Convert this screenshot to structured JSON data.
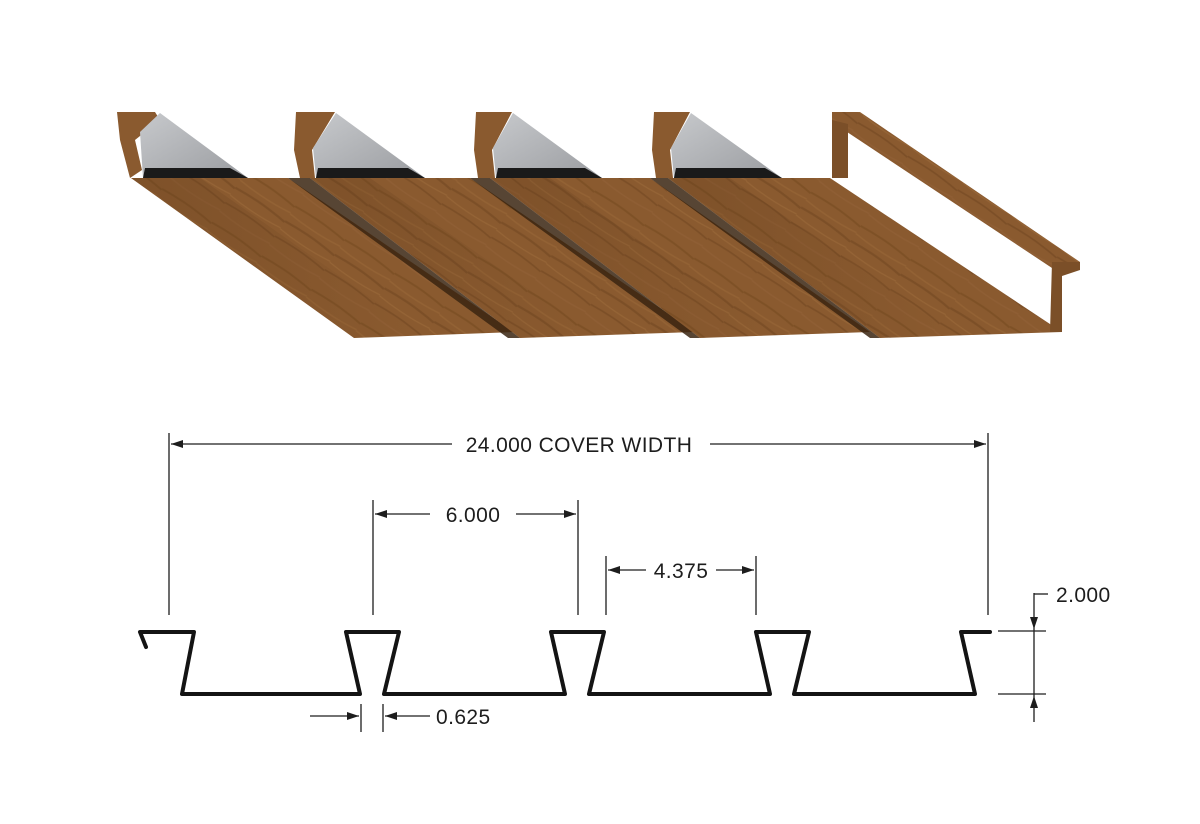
{
  "illustration": {
    "panel_finish": "woodgrain",
    "colors": {
      "wood_base": "#8a5a2f",
      "wood_dark": "#6b4222",
      "wood_light": "#a26c3a",
      "underside_gray": "#a6a8ab",
      "underside_shadow": "#1a1a1a"
    },
    "rib_count": 4
  },
  "profile_drawing": {
    "line_color": "#141414",
    "dimensions": {
      "cover_width": "24.000 COVER WIDTH",
      "rib_spacing": "6.000",
      "pan_width": "4.375",
      "rib_height": "2.000",
      "rib_gap": "0.625"
    }
  }
}
